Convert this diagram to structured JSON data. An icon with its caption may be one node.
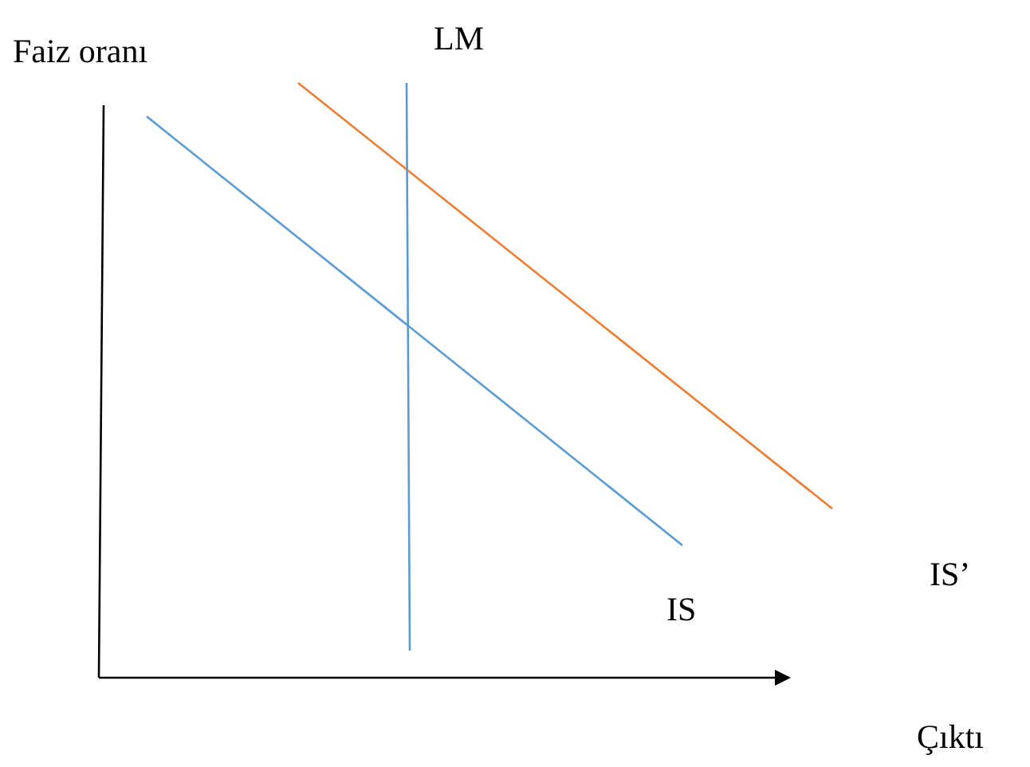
{
  "diagram": {
    "labels": [
      "Faiz oranı",
      "LM",
      "IS",
      "IS’",
      "Çıktı"
    ]
  }
}
